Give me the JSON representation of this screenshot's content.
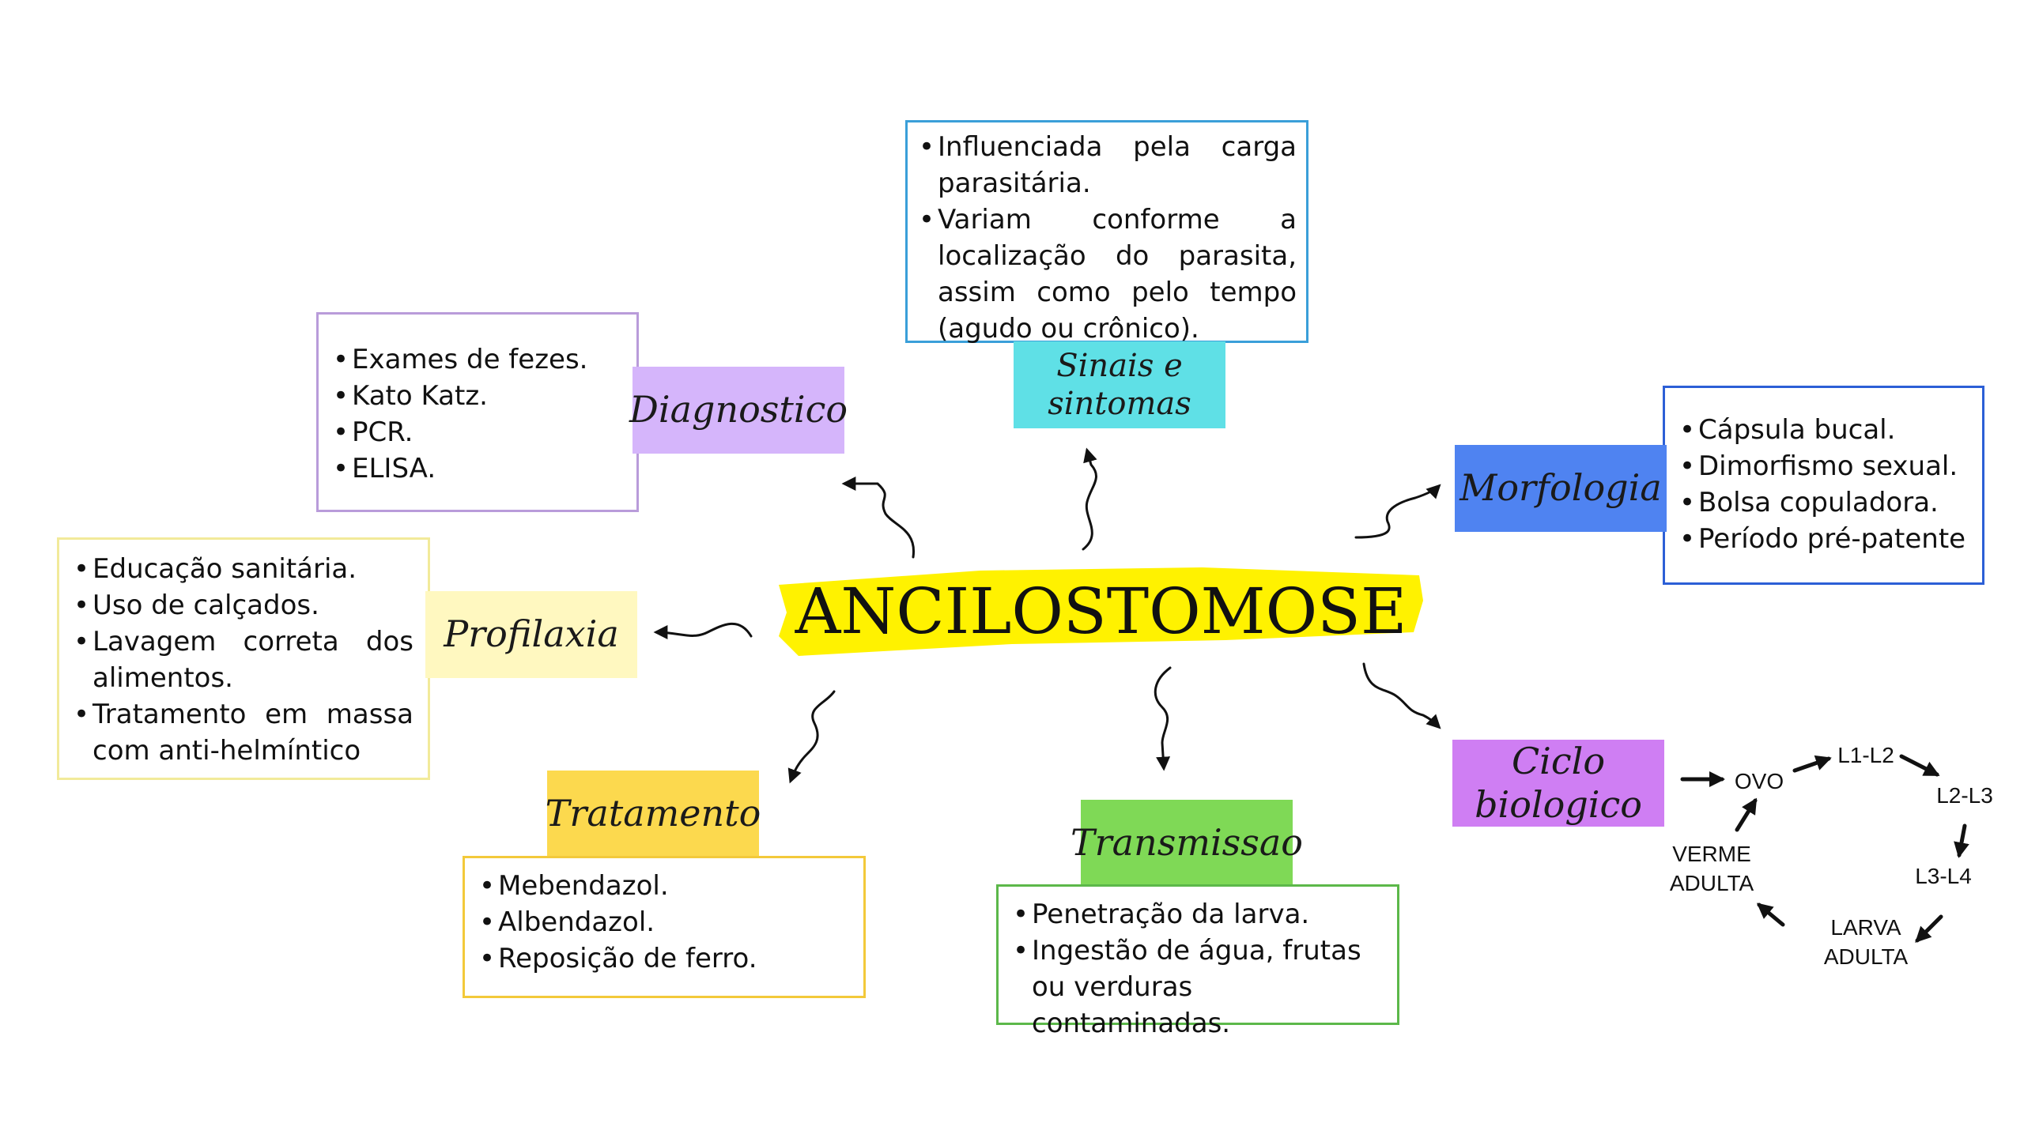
{
  "center_title": "ANCILOSTOMOSE",
  "colors": {
    "highlight": "#fff200",
    "diagnostico": "#d5b5fb",
    "sinais": "#5fe0e6",
    "morfologia": "#4f83f1",
    "profilaxia": "#fff8c0",
    "tratamento": "#fcd94e",
    "transmissao": "#7fd956",
    "ciclo": "#cf7ef3"
  },
  "sinais": {
    "label": "Sinais e sintomas",
    "items": [
      "Influenciada pela carga parasitária.",
      "Variam conforme a localização do parasita, assim como pelo tempo (agudo ou crônico)."
    ]
  },
  "diagnostico": {
    "label": "Diagnostico",
    "items": [
      "Exames de fezes.",
      "Kato Katz.",
      "PCR.",
      "ELISA."
    ]
  },
  "morfologia": {
    "label": "Morfologia",
    "items": [
      "Cápsula bucal.",
      "Dimorfismo sexual.",
      "Bolsa copuladora.",
      "Período pré-patente"
    ]
  },
  "profilaxia": {
    "label": "Profilaxia",
    "items": [
      "Educação sanitária.",
      "Uso de calçados.",
      "Lavagem correta dos alimentos.",
      "Tratamento em massa com anti-helmíntico"
    ]
  },
  "tratamento": {
    "label": "Tratamento",
    "items": [
      "Mebendazol.",
      "Albendazol.",
      "Reposição de ferro."
    ]
  },
  "transmissao": {
    "label": "Transmissao",
    "items": [
      "Penetração da larva.",
      "Ingestão de água, frutas ou verduras contaminadas."
    ]
  },
  "ciclo": {
    "label": "Ciclo biologico",
    "ovo": "OVO",
    "l1l2": "L1-L2",
    "l2l3": "L2-L3",
    "l3l4": "L3-L4",
    "larva": "LARVA ADULTA",
    "verme": "VERME ADULTA"
  }
}
